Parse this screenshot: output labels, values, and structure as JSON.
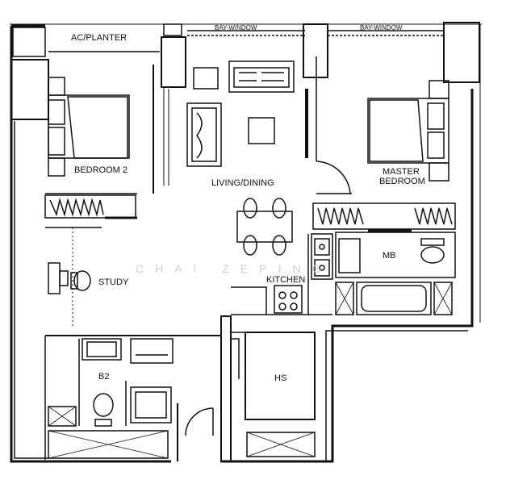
{
  "rooms": {
    "ac_planter": "AC/PLANTER",
    "bay_window_left": "BAY-WINDOW",
    "bay_window_right": "BAY-WINDOW",
    "bedroom_2": "BEDROOM 2",
    "living_dining": "LIVING/DINING",
    "master_bedroom_line1": "MASTER",
    "master_bedroom_line2": "BEDROOM",
    "mb": "MB",
    "study": "STUDY",
    "kitchen": "KITCHEN",
    "b2": "B2",
    "hs": "HS"
  },
  "watermark": "CHAI ZEPING",
  "colors": {
    "wall": "#000000",
    "line": "#111111",
    "background": "#ffffff"
  }
}
